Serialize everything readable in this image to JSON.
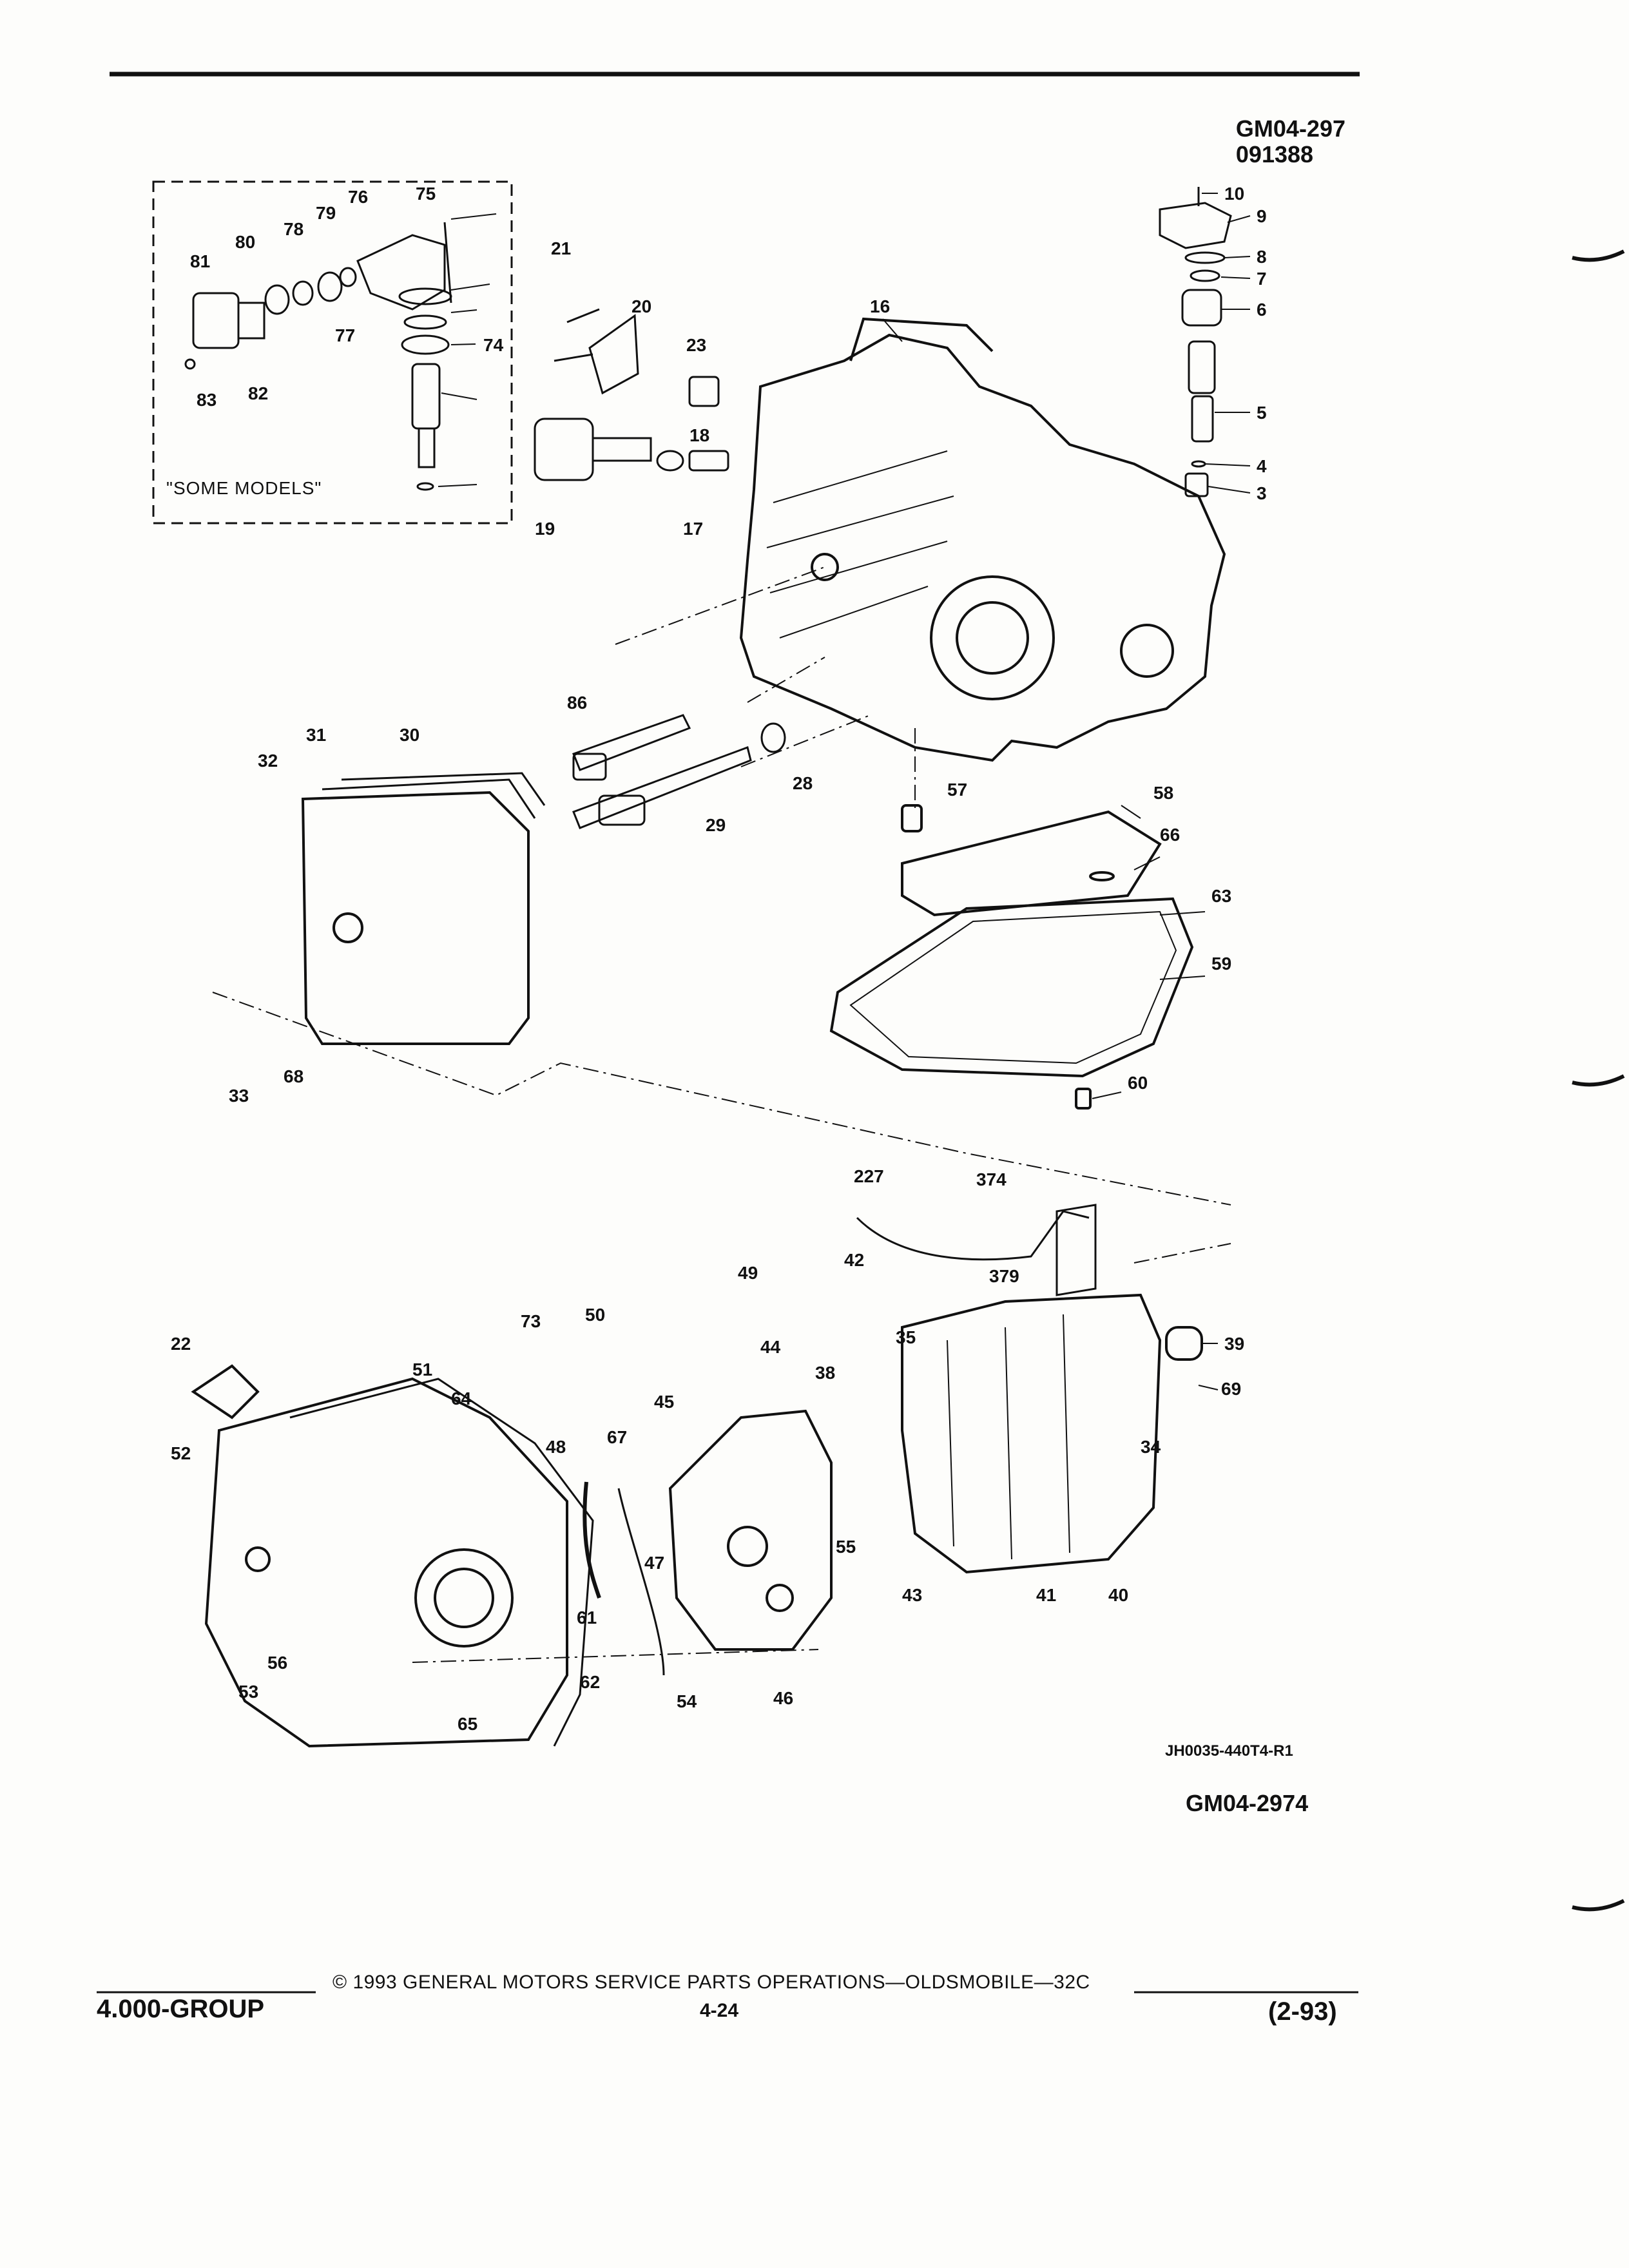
{
  "header": {
    "doc_code": "GM04-297",
    "doc_number": "091388"
  },
  "inset": {
    "note": "\"SOME MODELS\""
  },
  "figure": {
    "ref_code": "JH0035-440T4-R1",
    "fig_code": "GM04-2974",
    "callouts": [
      "3",
      "4",
      "5",
      "6",
      "7",
      "8",
      "9",
      "10",
      "16",
      "17",
      "18",
      "19",
      "20",
      "21",
      "22",
      "23",
      "28",
      "29",
      "30",
      "31",
      "32",
      "33",
      "34",
      "35",
      "38",
      "39",
      "40",
      "41",
      "42",
      "43",
      "44",
      "45",
      "46",
      "47",
      "48",
      "49",
      "50",
      "51",
      "52",
      "53",
      "54",
      "55",
      "56",
      "57",
      "58",
      "59",
      "60",
      "61",
      "62",
      "63",
      "64",
      "65",
      "66",
      "67",
      "68",
      "69",
      "73",
      "74",
      "75",
      "76",
      "77",
      "78",
      "79",
      "80",
      "81",
      "82",
      "83",
      "86",
      "227",
      "374",
      "379"
    ]
  },
  "footer": {
    "copyright": "© 1993 GENERAL MOTORS SERVICE PARTS OPERATIONS—OLDSMOBILE—32C",
    "group": "4.000-GROUP",
    "page_number": "4-24",
    "revision": "(2-93)"
  }
}
